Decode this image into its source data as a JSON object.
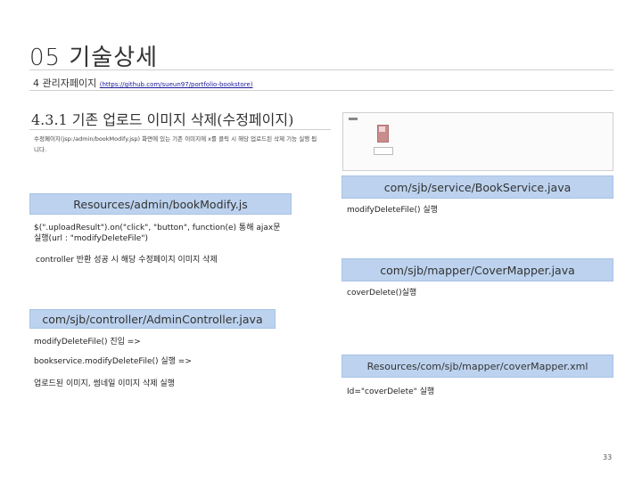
{
  "header": {
    "title": "05 기술상세",
    "subtitle": "4 관리자페이지",
    "subtitle_link": "(https://github.com/sueun97/portfolio-bookstore)"
  },
  "section": {
    "heading": "4.3.1 기존 업로드 이미지 삭제(수정페이지)",
    "description": "수정페이지(jsp:/admin/bookModify.jsp) 화면에 있는 기존 이미지에 x를 클릭 시 해당 업로드된 삭제 기능 실행 됩니다."
  },
  "boxes": {
    "service": "com/sjb/service/BookService.java",
    "resources": "Resources/admin/bookModify.js",
    "mapper": "com/sjb/mapper/CoverMapper.java",
    "controller": "com/sjb/controller/AdminController.java",
    "xml": "Resources/com/sjb/mapper/coverMapper.xml"
  },
  "notes": {
    "js_line1": "$(\".uploadResult\").on(\"click\", \"button\", function(e) 통해 ajax문",
    "js_line2": "실행(url : \"modifyDeleteFile\")",
    "js_controller": "controller 반환 성공 시 해당 수정페이지 이미지 삭제",
    "service_call": "modifyDeleteFile() 실행",
    "mapper_call": "coverDelete()실행",
    "ctrl_enter": "modifyDeleteFile() 진입 =>",
    "ctrl_service": "bookservice.modifyDeleteFile() 실행 =>",
    "ctrl_delete": "업로드된 이미지, 썸네일 이미지 삭제 실행",
    "xml_id": "Id=\"coverDelete\" 실행"
  },
  "footer": {
    "page_number": "33"
  }
}
